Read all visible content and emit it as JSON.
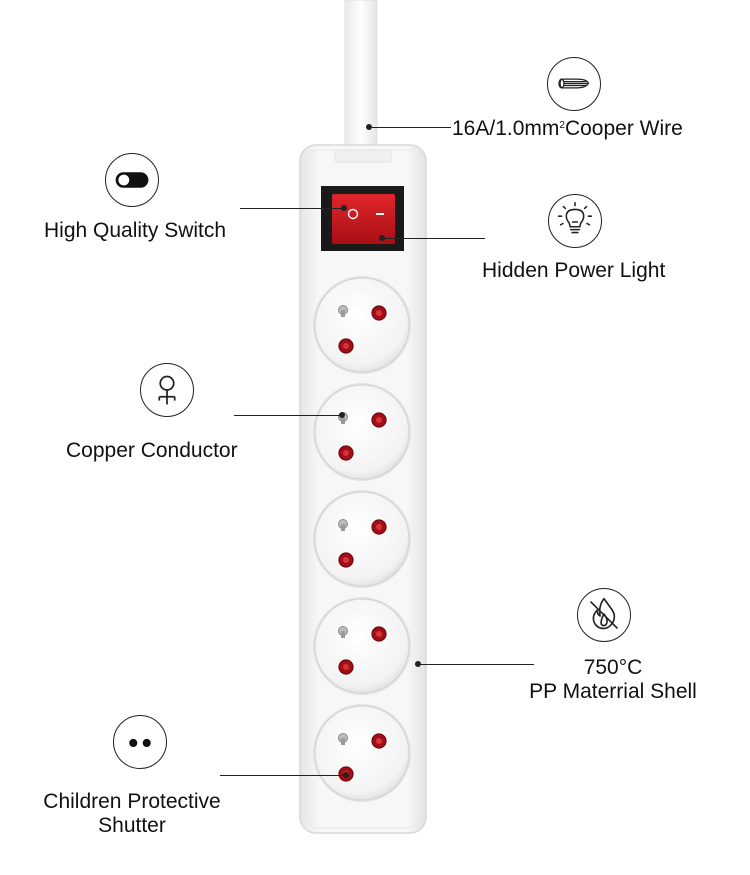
{
  "features": {
    "wire": {
      "label_main": "16A/1.0mm",
      "label_sup": "2",
      "label_tail": "Cooper Wire",
      "icon": "wire-icon"
    },
    "switch": {
      "label": "High Quality Switch",
      "icon": "toggle-switch-icon"
    },
    "light": {
      "label": "Hidden Power Light",
      "icon": "light-bulb-icon"
    },
    "conductor": {
      "label": "Copper Conductor",
      "icon": "copper-symbol-icon"
    },
    "shell": {
      "label_line1": "750°C",
      "label_line2": "PP Materrial Shell",
      "icon": "no-fire-icon"
    },
    "shutter": {
      "label_line1": "Children Protective",
      "label_line2": "Shutter",
      "icon": "two-dots-icon"
    }
  },
  "product": {
    "socket_count": 5,
    "switch_color": "#c0151b",
    "body_color": "#f4f4f4",
    "accent": "#a30f16"
  }
}
